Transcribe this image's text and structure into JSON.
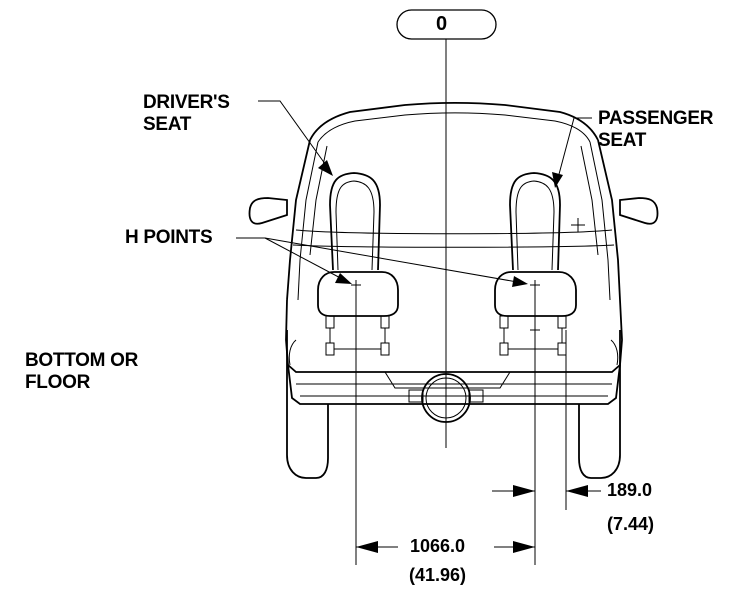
{
  "reference_label": "0",
  "labels": {
    "drivers_seat": [
      "DRIVER'S",
      "SEAT"
    ],
    "passenger_seat": [
      "PASSENGER",
      "SEAT"
    ],
    "h_points": "H POINTS",
    "bottom_floor": [
      "BOTTOM OR",
      "FLOOR"
    ]
  },
  "dimensions": {
    "seat_spacing": {
      "value": "1066.0",
      "inches": "(41.96)"
    },
    "offset": {
      "value": "189.0",
      "inches": "(7.44)"
    }
  }
}
